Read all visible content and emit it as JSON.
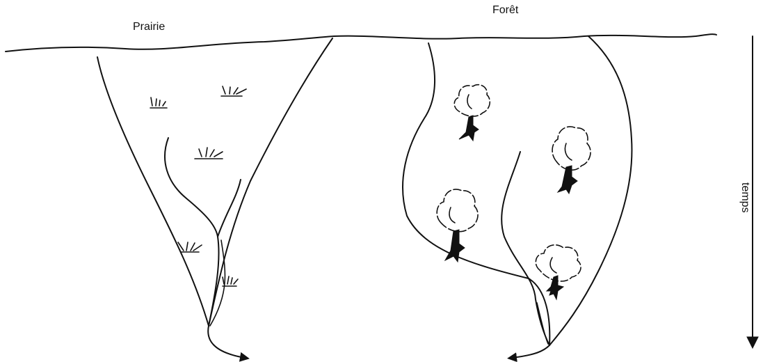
{
  "labels": {
    "prairie": "Prairie",
    "foret": "Forêt",
    "temps": "temps"
  },
  "colors": {
    "ink": "#111111",
    "background": "#ffffff"
  },
  "icons": {
    "grass": "grass-tuft-icon",
    "tree": "tree-icon"
  }
}
